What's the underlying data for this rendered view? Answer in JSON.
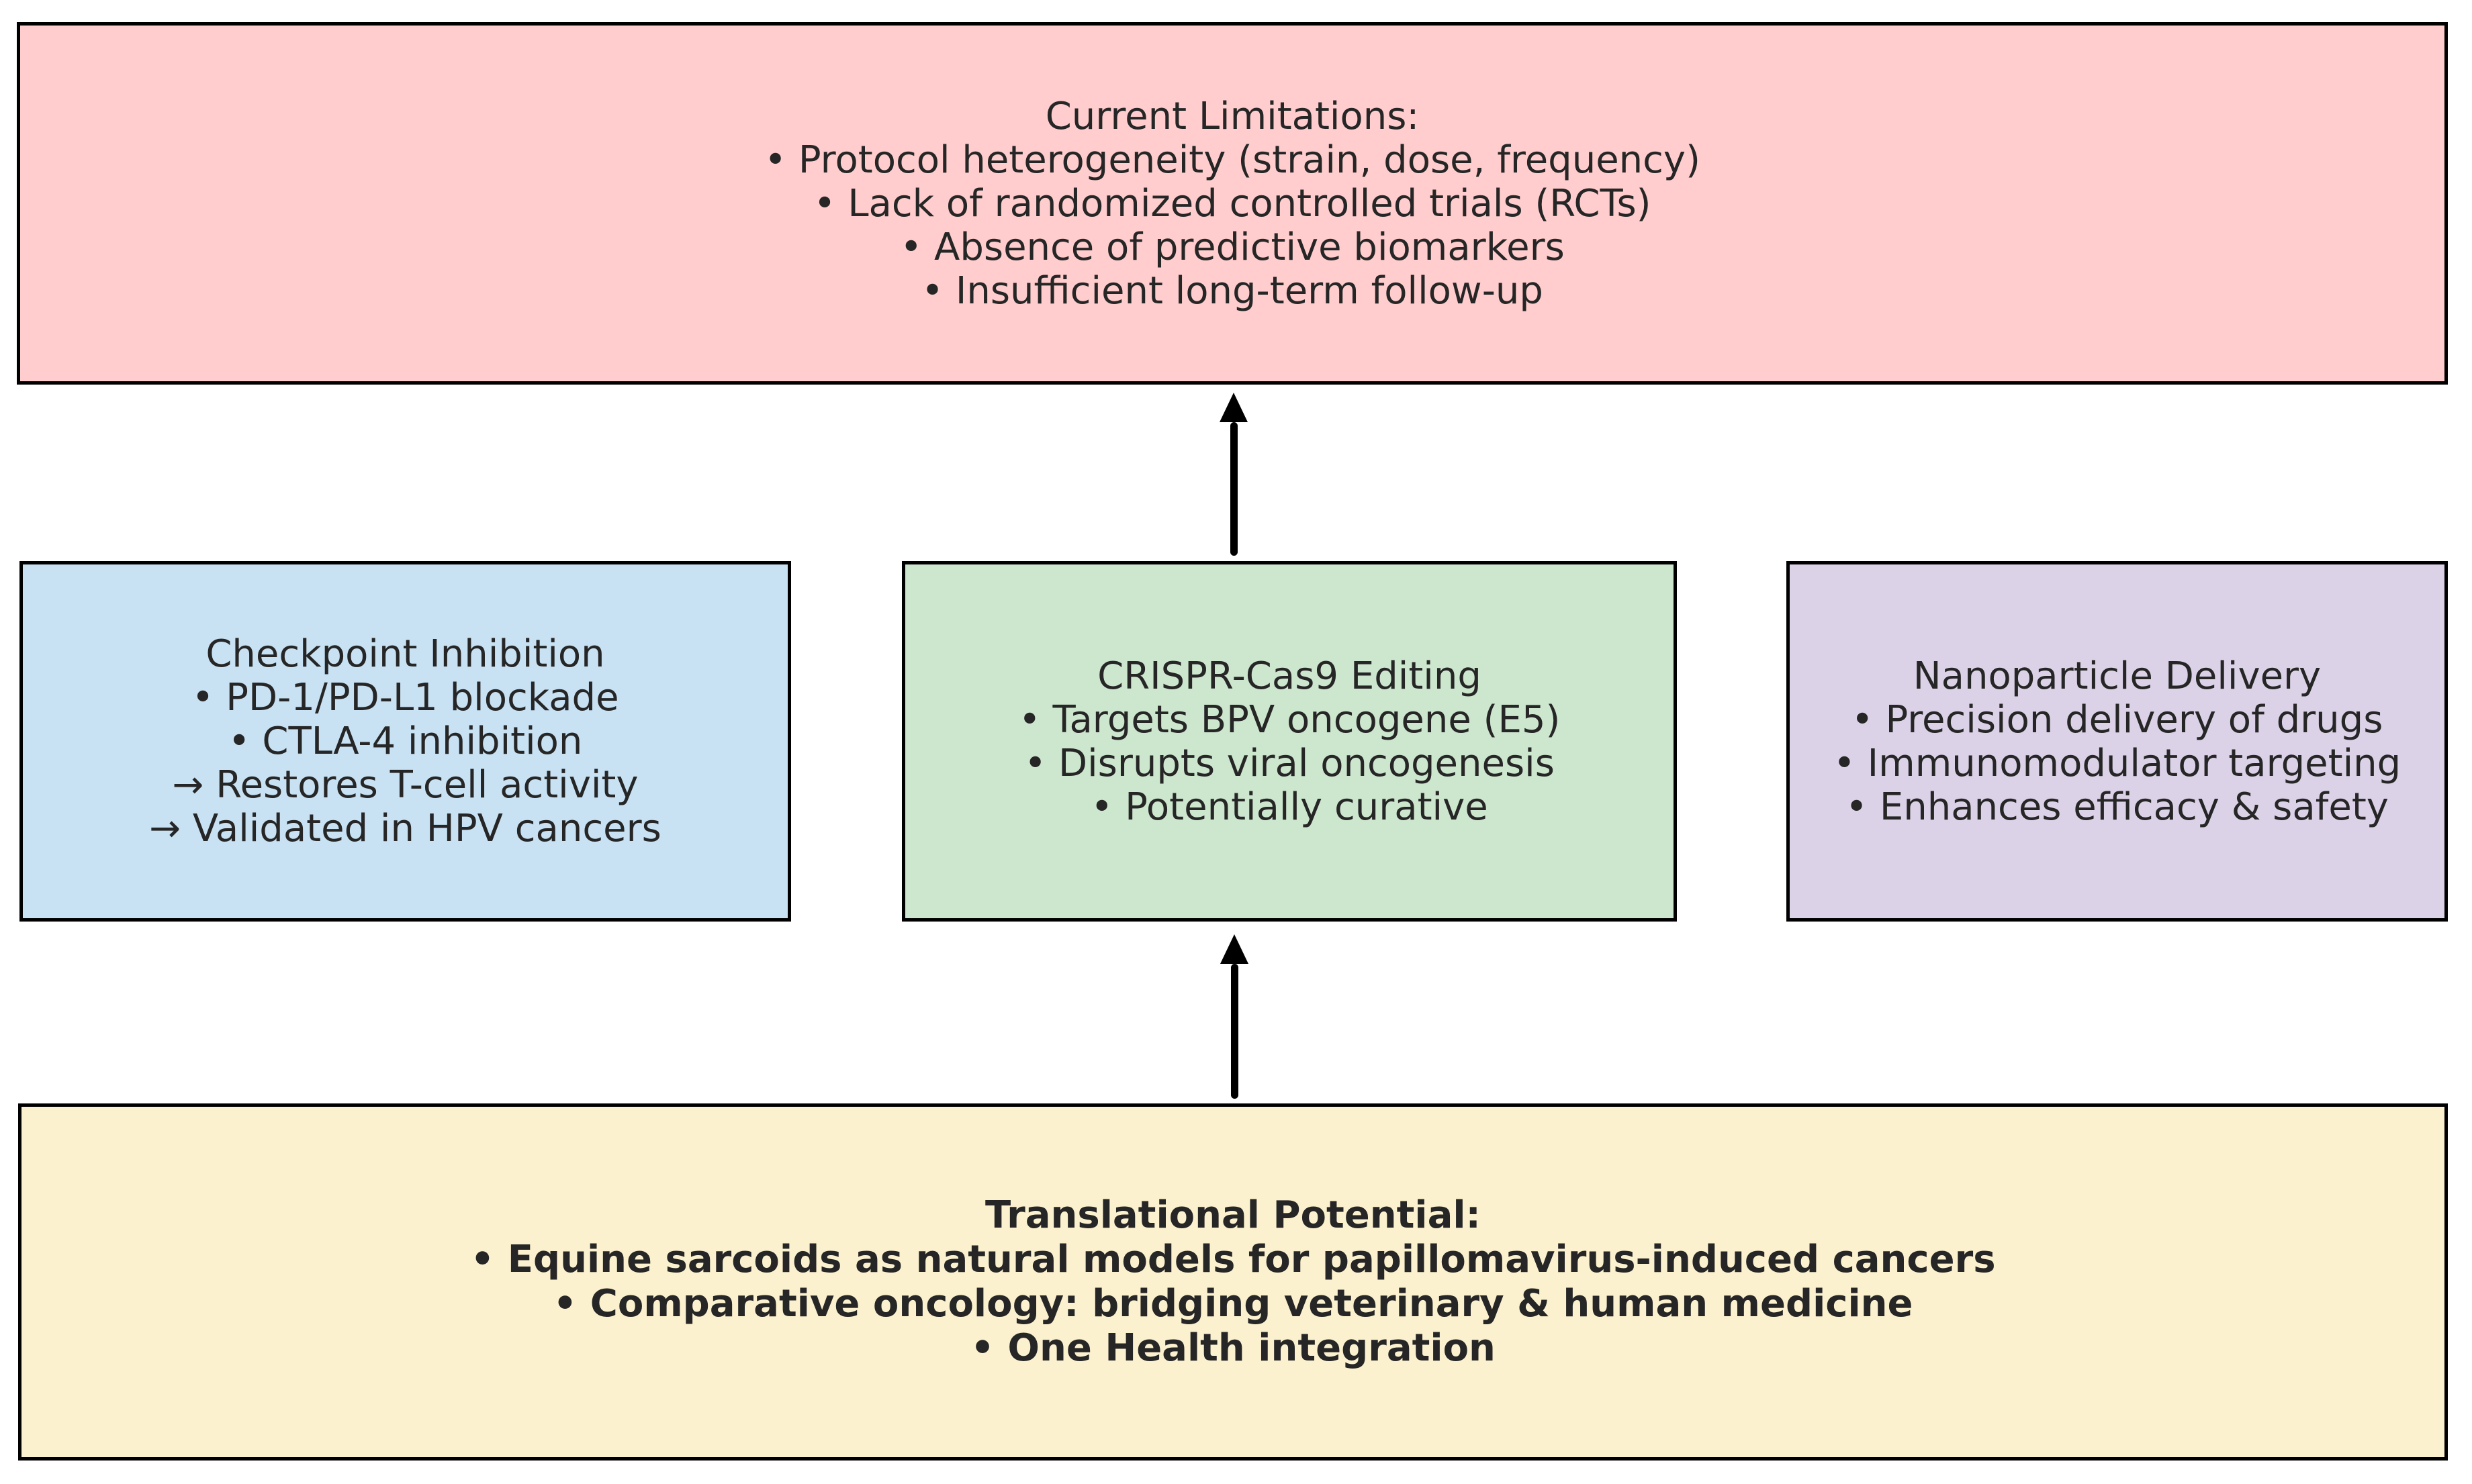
{
  "boxes": {
    "limitations": {
      "title": "Current Limitations:",
      "items": [
        "• Protocol heterogeneity (strain, dose, frequency)",
        "• Lack of randomized controlled trials (RCTs)",
        "• Absence of predictive biomarkers",
        "• Insufficient long-term follow-up"
      ]
    },
    "checkpoint": {
      "title": "Checkpoint Inhibition",
      "items": [
        "• PD-1/PD-L1 blockade",
        "• CTLA-4 inhibition",
        "→ Restores T-cell activity",
        "→ Validated in HPV cancers"
      ]
    },
    "crispr": {
      "title": "CRISPR-Cas9 Editing",
      "items": [
        "• Targets BPV oncogene (E5)",
        "• Disrupts viral oncogenesis",
        "• Potentially curative"
      ]
    },
    "nanoparticle": {
      "title": "Nanoparticle Delivery",
      "items": [
        "• Precision delivery of drugs",
        "• Immunomodulator targeting",
        "• Enhances efficacy & safety"
      ]
    },
    "translational": {
      "title": "Translational Potential:",
      "items": [
        "• Equine sarcoids as natural models for papillomavirus-induced cancers",
        "• Comparative oncology: bridging veterinary & human medicine",
        "• One Health integration"
      ]
    }
  },
  "colors": {
    "limitations_bg": "#FFCDCD",
    "checkpoint_bg": "#C8E2F4",
    "crispr_bg": "#CDE6CE",
    "nanoparticle_bg": "#DCD2E8",
    "translational_bg": "#FCF1CF",
    "border": "#000000",
    "arrow": "#000000",
    "text": "#262626"
  }
}
